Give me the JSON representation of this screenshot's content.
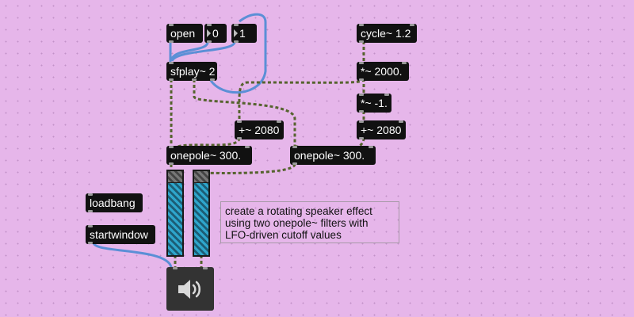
{
  "objects": {
    "open_msg": "open",
    "num_zero": "0",
    "num_one": "1",
    "sfplay": "sfplay~ 2",
    "cycle": "cycle~ 1.2",
    "mult_2000": "*~ 2000.",
    "mult_neg1": "*~ -1.",
    "plus_left": "+~ 2080",
    "plus_right": "+~ 2080",
    "onepole_left": "onepole~ 300.",
    "onepole_right": "onepole~ 300.",
    "loadbang": "loadbang",
    "startwindow": "startwindow"
  },
  "meters": {
    "left_level": 0.86,
    "right_level": 0.86
  },
  "comment": {
    "lines": [
      "create a rotating speaker effect",
      "using two onepole~ filters with",
      "LFO-driven cutoff values"
    ]
  },
  "colors": {
    "background": "#e6b6ea",
    "object": "#111111",
    "audio_cord": "#56632e",
    "message_cord": "#5b8fd6"
  },
  "icons": {
    "dac": "speaker-icon"
  }
}
